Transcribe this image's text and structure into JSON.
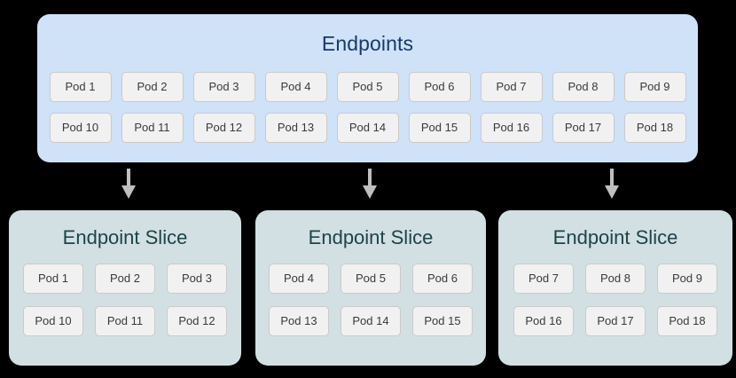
{
  "diagram": {
    "background_color": "#000000",
    "endpoints": {
      "title": "Endpoints",
      "panel_color": "#cfe2f7",
      "title_color": "#18396b",
      "rows": [
        [
          "Pod 1",
          "Pod 2",
          "Pod 3",
          "Pod 4",
          "Pod 5",
          "Pod 6",
          "Pod 7",
          "Pod 8",
          "Pod 9"
        ],
        [
          "Pod 10",
          "Pod 11",
          "Pod 12",
          "Pod 13",
          "Pod 14",
          "Pod 15",
          "Pod 16",
          "Pod 17",
          "Pod 18"
        ]
      ]
    },
    "arrows": {
      "color": "#bfbfbf",
      "direction": "down",
      "count": 3
    },
    "slices": [
      {
        "title": "Endpoint Slice",
        "panel_color": "#d2e0e3",
        "title_color": "#1d4349",
        "rows": [
          [
            "Pod 1",
            "Pod 2",
            "Pod 3"
          ],
          [
            "Pod 10",
            "Pod 11",
            "Pod 12"
          ]
        ]
      },
      {
        "title": "Endpoint Slice",
        "panel_color": "#d2e0e3",
        "title_color": "#1d4349",
        "rows": [
          [
            "Pod 4",
            "Pod 5",
            "Pod 6"
          ],
          [
            "Pod 13",
            "Pod 14",
            "Pod 15"
          ]
        ]
      },
      {
        "title": "Endpoint Slice",
        "panel_color": "#d2e0e3",
        "title_color": "#1d4349",
        "rows": [
          [
            "Pod 7",
            "Pod 8",
            "Pod 9"
          ],
          [
            "Pod 16",
            "Pod 17",
            "Pod 18"
          ]
        ]
      }
    ],
    "chip_style": {
      "background": "#f1f1f1",
      "border_color": "#ccc9c9",
      "text_color": "#3a3a3a"
    }
  }
}
